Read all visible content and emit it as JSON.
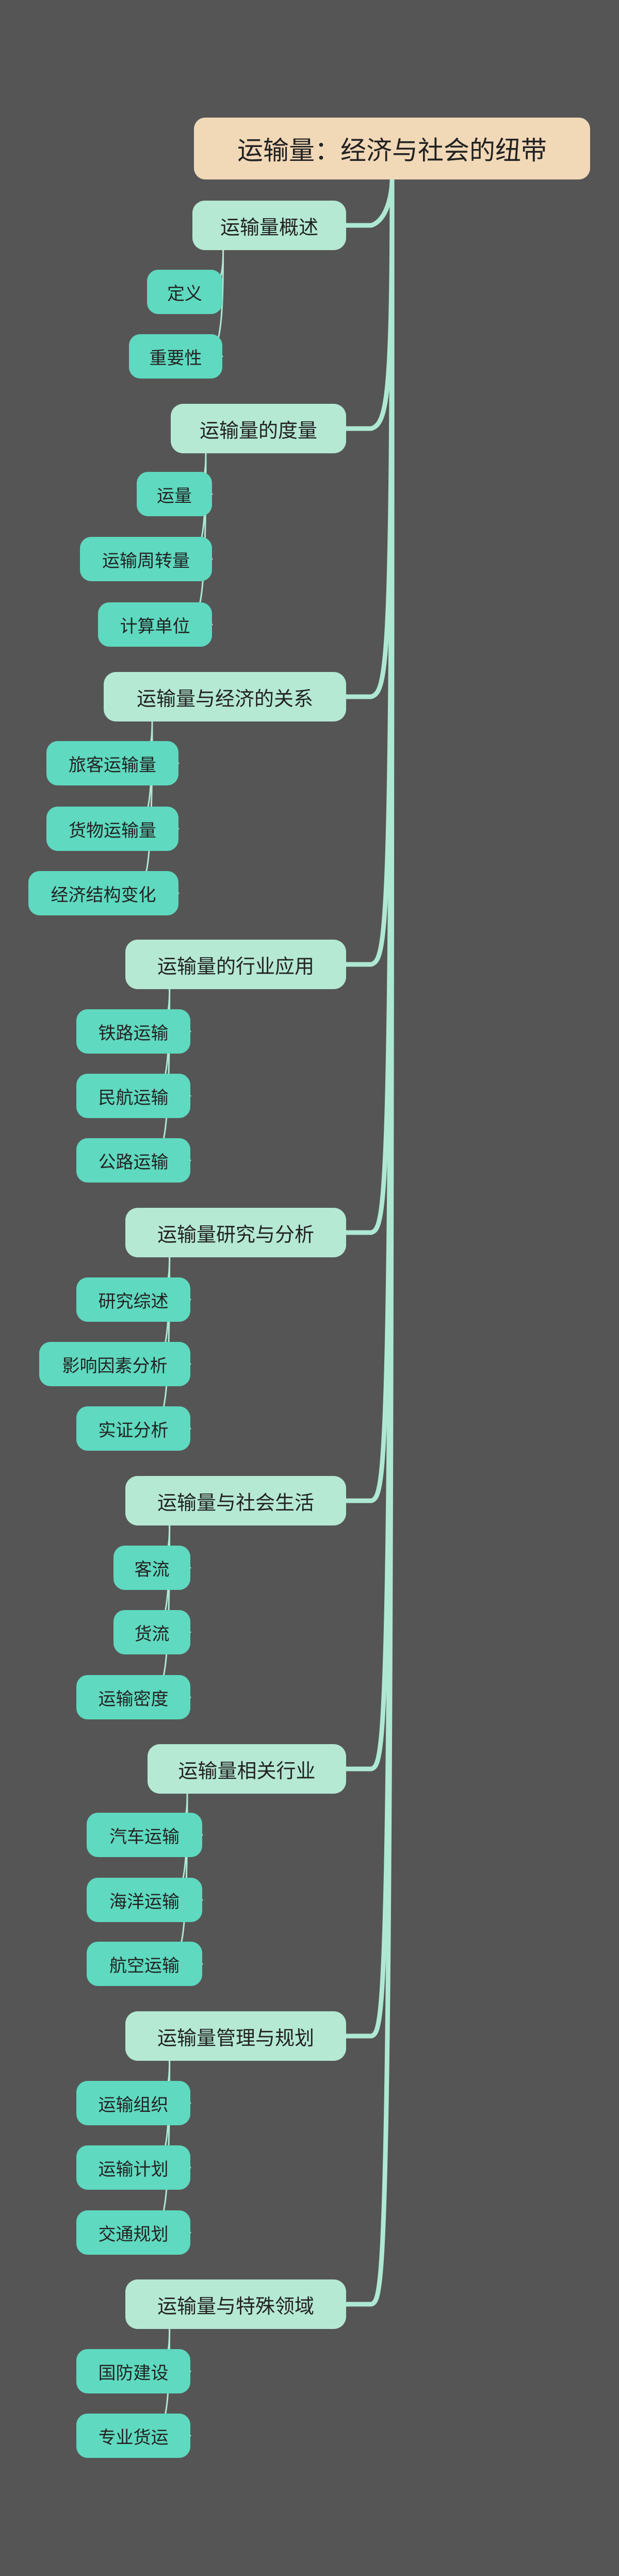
{
  "title": "运输量：经济与社会的纽带",
  "colors": {
    "background": "#555555",
    "root_fill": "#f1d8b7",
    "branch_fill": "#b5e9d4",
    "leaf_fill": "#5fd9bf",
    "connector": "#aee8d3"
  },
  "branches": [
    {
      "label": "运输量概述",
      "children": [
        "定义",
        "重要性"
      ]
    },
    {
      "label": "运输量的度量",
      "children": [
        "运量",
        "运输周转量",
        "计算单位"
      ]
    },
    {
      "label": "运输量与经济的关系",
      "children": [
        "旅客运输量",
        "货物运输量",
        "经济结构变化"
      ]
    },
    {
      "label": "运输量的行业应用",
      "children": [
        "铁路运输",
        "民航运输",
        "公路运输"
      ]
    },
    {
      "label": "运输量研究与分析",
      "children": [
        "研究综述",
        "影响因素分析",
        "实证分析"
      ]
    },
    {
      "label": "运输量与社会生活",
      "children": [
        "客流",
        "货流",
        "运输密度"
      ]
    },
    {
      "label": "运输量相关行业",
      "children": [
        "汽车运输",
        "海洋运输",
        "航空运输"
      ]
    },
    {
      "label": "运输量管理与规划",
      "children": [
        "运输组织",
        "运输计划",
        "交通规划"
      ]
    },
    {
      "label": "运输量与特殊领域",
      "children": [
        "国防建设",
        "专业货运"
      ]
    }
  ]
}
